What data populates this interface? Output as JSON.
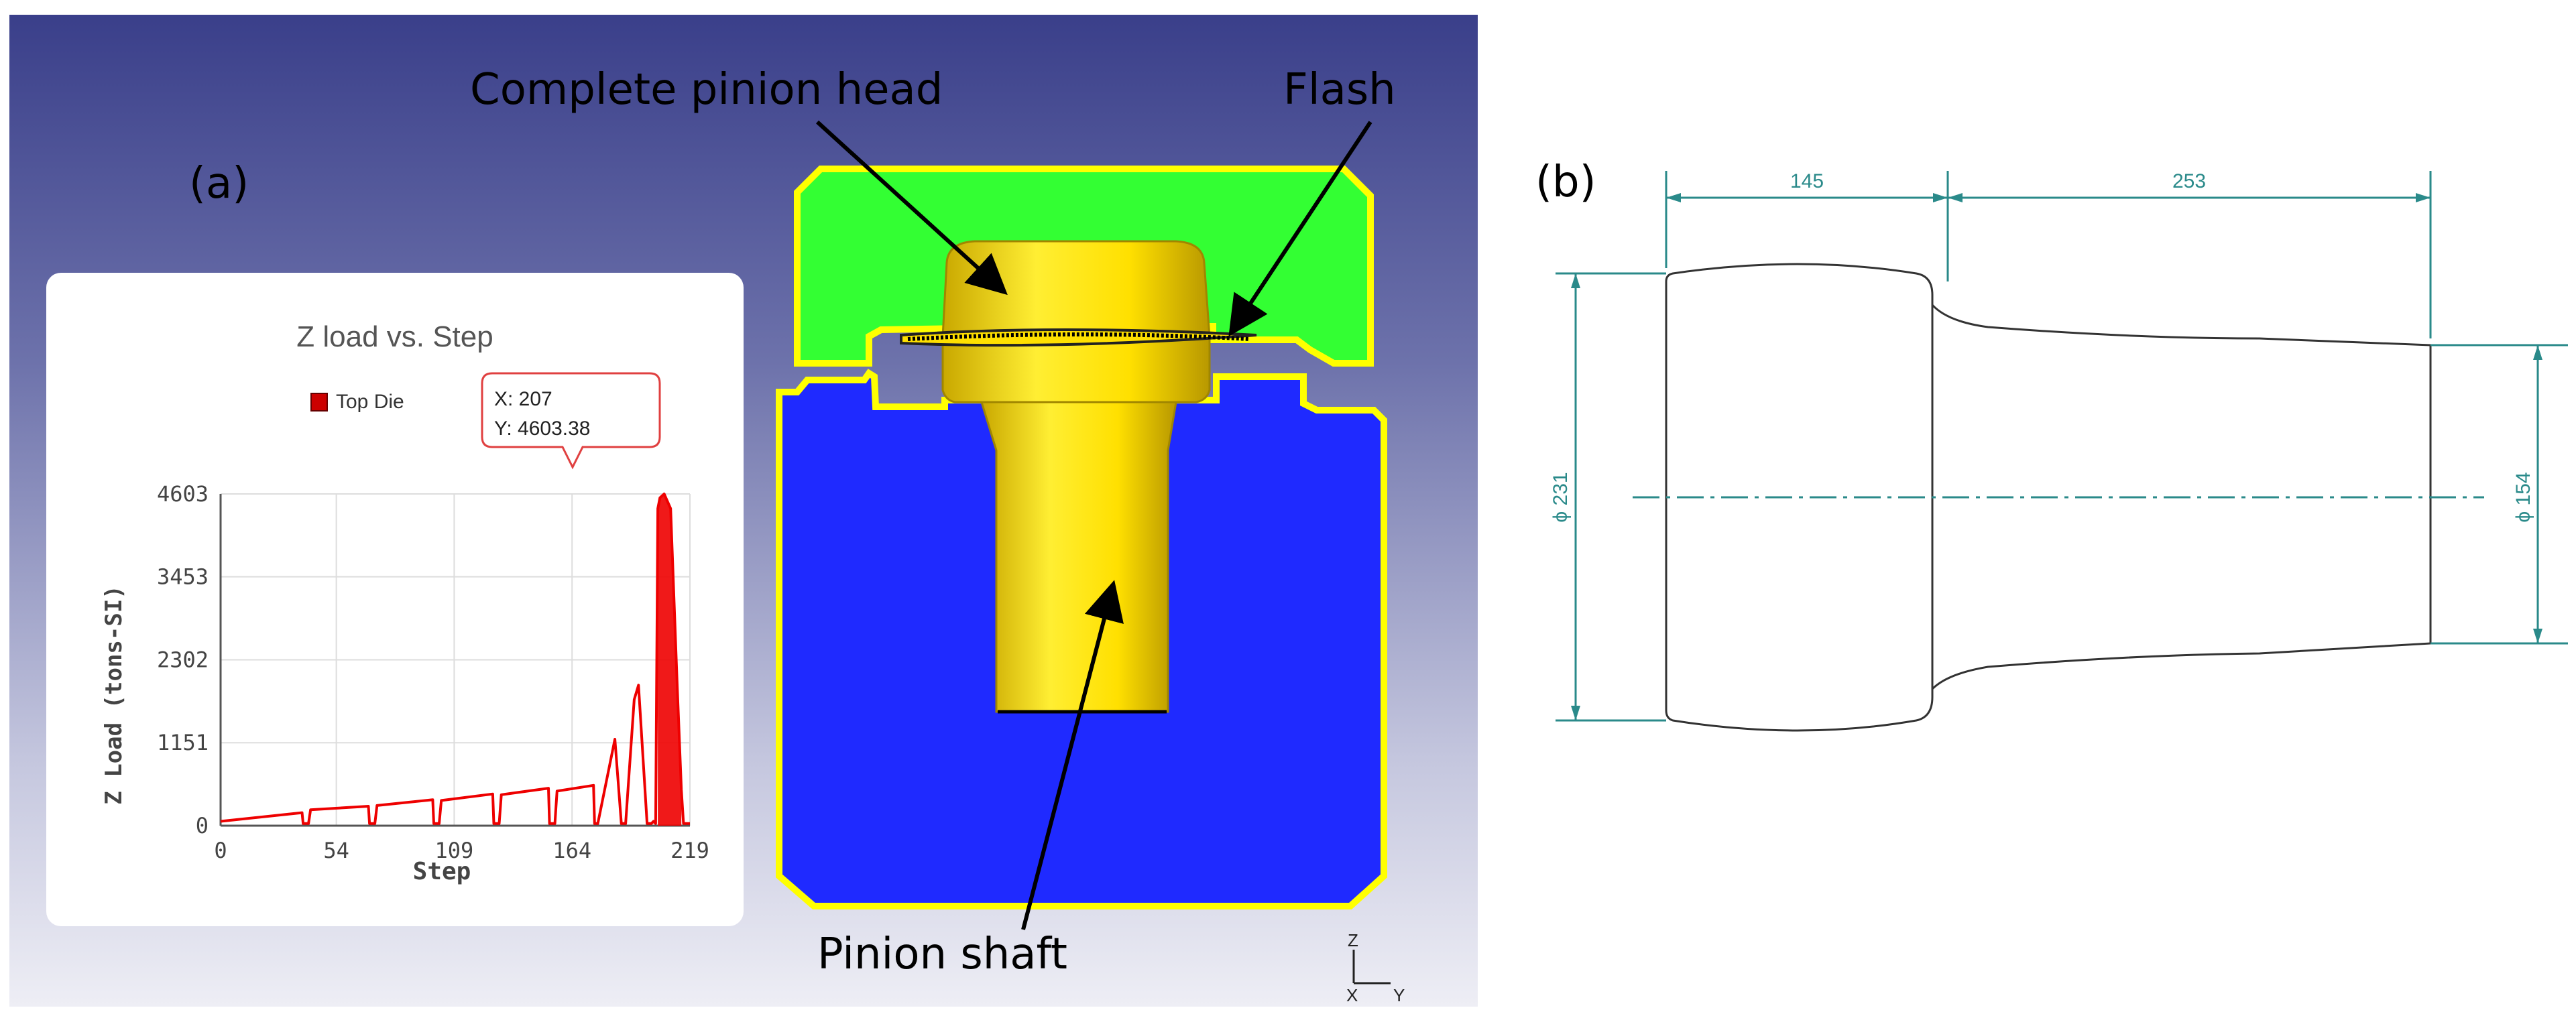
{
  "panel_a": {
    "label": "(a)",
    "callouts": {
      "head": "Complete pinion head",
      "flash": "Flash",
      "shaft": "Pinion shaft"
    },
    "axes_triad": {
      "z": "Z",
      "x": "X",
      "y": "Y"
    },
    "colors": {
      "background_top": "#3a3f8a",
      "upper_die": "#33ff33",
      "lower_die": "#1f2aff",
      "die_outline": "#ffff00",
      "workpiece": "#ffe000"
    }
  },
  "panel_b": {
    "label": "(b)",
    "dimensions": {
      "head_length": "145",
      "shaft_length": "253",
      "head_diameter": "ϕ 231",
      "shaft_diameter": "ϕ 154"
    },
    "colors": {
      "dimension_line": "#2a8a8a"
    }
  },
  "chart_data": {
    "type": "line",
    "title": "Z load vs. Step",
    "xlabel": "Step",
    "ylabel": "Z Load (tons-SI)",
    "legend": [
      "Top Die"
    ],
    "legend_placement": "top",
    "grid": true,
    "xlim": [
      0,
      219
    ],
    "ylim": [
      0,
      4603
    ],
    "x_ticks": [
      "0",
      "54",
      "109",
      "164",
      "219"
    ],
    "y_ticks": [
      "0",
      "1151",
      "2302",
      "3453",
      "4603"
    ],
    "series": [
      {
        "name": "Top Die",
        "color": "#ee0000",
        "x": [
          0,
          38,
          38.5,
          41,
          42,
          69,
          69.5,
          72,
          73,
          99,
          99.5,
          102,
          103,
          127,
          127.5,
          130,
          131,
          153,
          153.5,
          156,
          157,
          174,
          174.5,
          176,
          184,
          187,
          189,
          193,
          195,
          199,
          201,
          202,
          203,
          204,
          205,
          207,
          210,
          213,
          215,
          216,
          219
        ],
        "y": [
          60,
          180,
          30,
          30,
          220,
          270,
          30,
          30,
          280,
          360,
          30,
          30,
          350,
          440,
          30,
          30,
          430,
          520,
          30,
          30,
          480,
          560,
          30,
          30,
          1200,
          30,
          30,
          1750,
          1950,
          30,
          30,
          60,
          30,
          4400,
          4550,
          4603,
          4400,
          2000,
          500,
          30,
          30
        ]
      }
    ],
    "tooltip": {
      "x_text": "X: 207",
      "y_text": "Y: 4603.38"
    }
  }
}
